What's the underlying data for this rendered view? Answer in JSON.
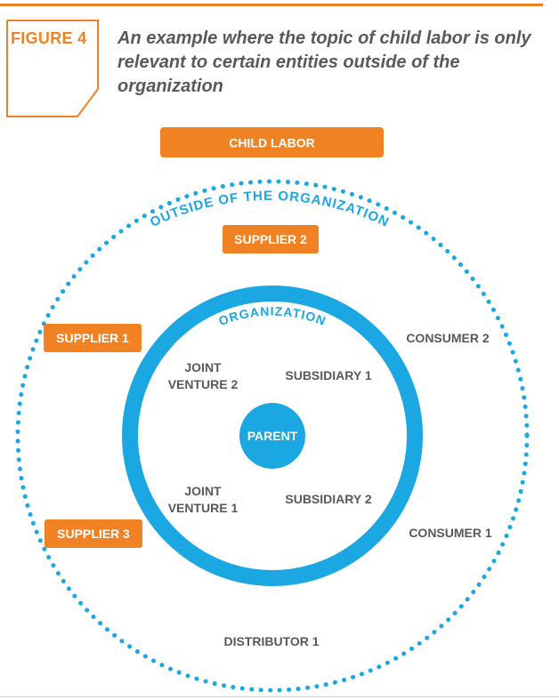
{
  "figure": {
    "label": "FIGURE 4",
    "title": "An example where the topic of child labor is only relevant to certain entities outside of the organization"
  },
  "topic": {
    "label": "CHILD LABOR"
  },
  "rings": {
    "outer_label": "OUTSIDE OF THE ORGANIZATION",
    "inner_label": "ORGANIZATION"
  },
  "center": {
    "label": "PARENT"
  },
  "inside_entities": {
    "jv2_line1": "JOINT",
    "jv2_line2": "VENTURE 2",
    "sub1": "SUBSIDIARY 1",
    "jv1_line1": "JOINT",
    "jv1_line2": "VENTURE 1",
    "sub2": "SUBSIDIARY 2"
  },
  "outside_entities": {
    "supplier1": "SUPPLIER 1",
    "supplier2": "SUPPLIER 2",
    "supplier3": "SUPPLIER 3",
    "consumer1": "CONSUMER 1",
    "consumer2": "CONSUMER 2",
    "distributor1": "DISTRIBUTOR 1"
  },
  "colors": {
    "orange": "#f08223",
    "blue": "#1ba7e1",
    "gray_text": "#58595b"
  }
}
